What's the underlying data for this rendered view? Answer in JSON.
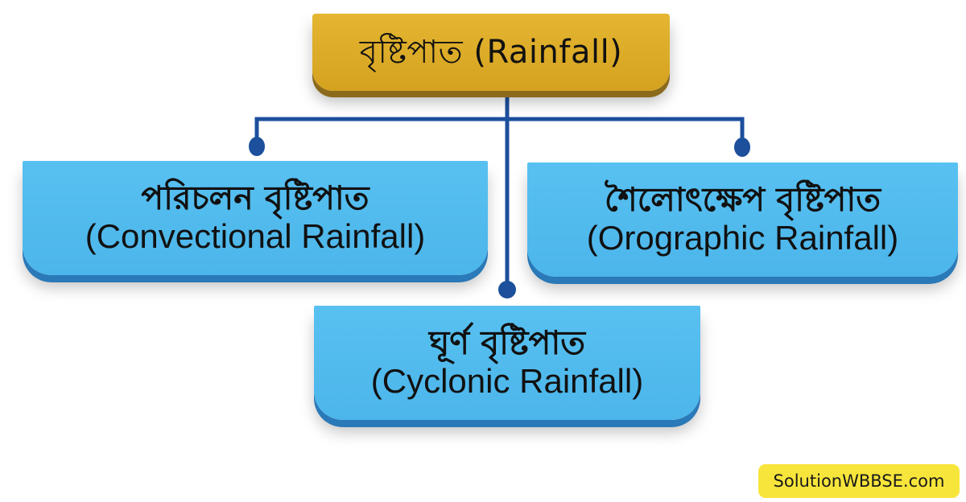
{
  "diagram": {
    "root": {
      "label": "বৃষ্টিপাত (Rainfall)"
    },
    "children": [
      {
        "bengali": "পরিচলন বৃষ্টিপাত",
        "english": "(Convectional Rainfall)"
      },
      {
        "bengali": "শৈলোৎক্ষেপ বৃষ্টিপাত",
        "english": "(Orographic Rainfall)"
      },
      {
        "bengali": "ঘূর্ণ বৃষ্টিপাত",
        "english": "(Cyclonic Rainfall)"
      }
    ],
    "colors": {
      "root_fill": "#d9a825",
      "child_fill": "#52bbef",
      "connector": "#1c4f9c",
      "watermark_fill": "#f7e53c"
    }
  },
  "watermark": {
    "text": "SolutionWBBSE.com"
  }
}
